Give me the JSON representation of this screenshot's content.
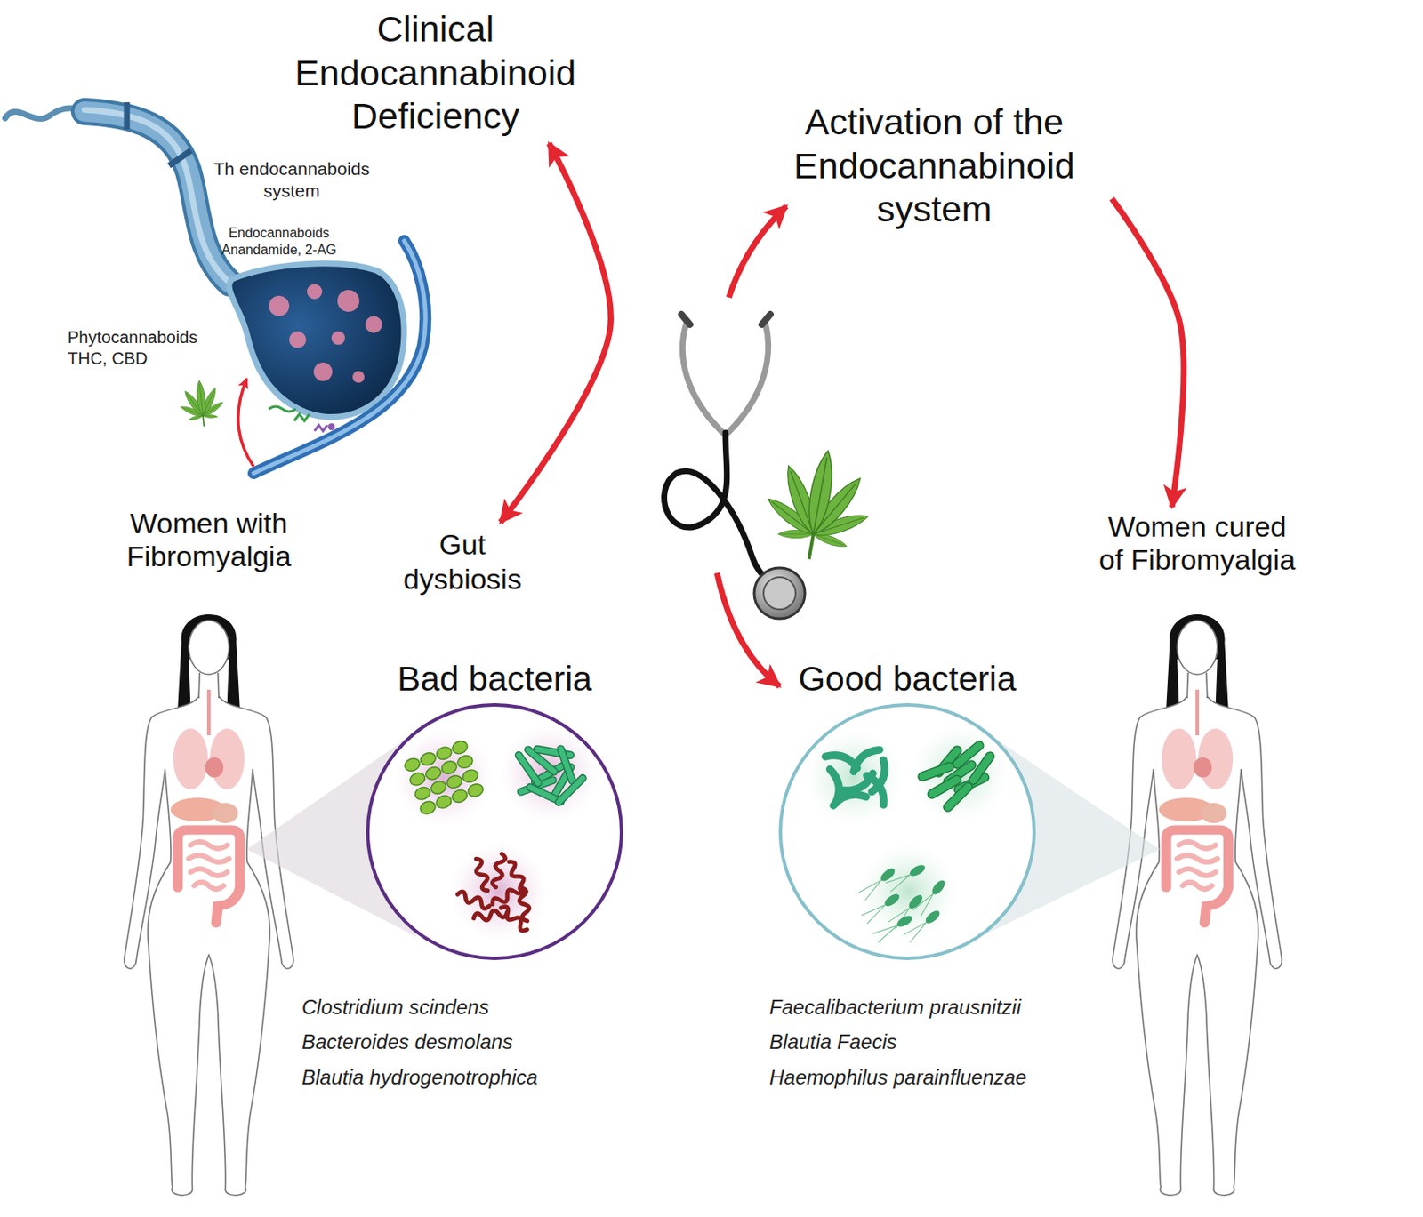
{
  "diagram": {
    "nodes": [
      {
        "text": [
          "Clinical Endocannabinoid Deficiency"
        ]
      },
      {
        "text": [
          "Activation of the Endocannabinoid system"
        ]
      },
      {
        "text": [
          "Women with Fibromyalgia"
        ]
      },
      {
        "text": [
          "Gut dysbiosis"
        ]
      },
      {
        "text": [
          "Women cured of Fibromyalgia"
        ]
      },
      {
        "text": [
          "Bad bacteria"
        ]
      },
      {
        "text": [
          "Good bacteria"
        ]
      }
    ],
    "edges": [
      {
        "from": 0,
        "to": 3,
        "arrow": "both"
      },
      {
        "from": 1,
        "to": 4,
        "arrow": "to"
      }
    ],
    "labels": [
      "Th endocannaboids system",
      "Endocannaboids Anandamide, 2-AG",
      "Phytocannaboids THC, CBD",
      "Clostridium scindens",
      "Bacteroides desmolans",
      "Blautia hydrogenotrophica",
      "Faecalibacterium prausnitzii",
      "Blautia Faecis",
      "Haemophilus parainfluenzae"
    ]
  }
}
